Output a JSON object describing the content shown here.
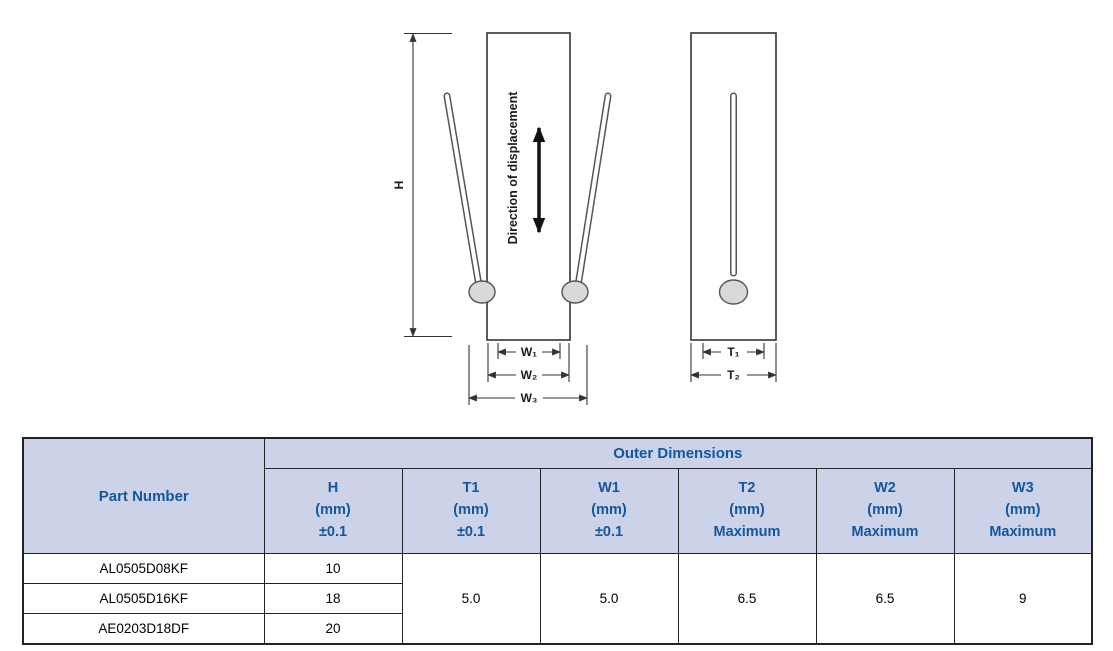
{
  "colors": {
    "header_bg": "#ccd3e8",
    "header_text": "#1257a0",
    "table_border": "#222222",
    "diagram_line": "#333333",
    "solder_blob_fill": "#d9d9d9"
  },
  "diagram": {
    "h_label": "H",
    "displacement_label": "Direction of displacement",
    "front_dims": [
      "W₁",
      "W₂",
      "W₃"
    ],
    "side_dims": [
      "T₁",
      "T₂"
    ]
  },
  "table": {
    "part_number_header": "Part Number",
    "group_header": "Outer Dimensions",
    "columns": [
      {
        "name": "H",
        "unit": "(mm)",
        "tol": "±0.1"
      },
      {
        "name": "T1",
        "unit": "(mm)",
        "tol": "±0.1"
      },
      {
        "name": "W1",
        "unit": "(mm)",
        "tol": "±0.1"
      },
      {
        "name": "T2",
        "unit": "(mm)",
        "tol": "Maximum"
      },
      {
        "name": "W2",
        "unit": "(mm)",
        "tol": "Maximum"
      },
      {
        "name": "W3",
        "unit": "(mm)",
        "tol": "Maximum"
      }
    ],
    "rows": [
      {
        "part_number": "AL0505D08KF",
        "h": "10"
      },
      {
        "part_number": "AL0505D16KF",
        "h": "18"
      },
      {
        "part_number": "AE0203D18DF",
        "h": "20"
      }
    ],
    "shared_values": {
      "t1": "5.0",
      "w1": "5.0",
      "t2": "6.5",
      "w2": "6.5",
      "w3": "9"
    }
  }
}
